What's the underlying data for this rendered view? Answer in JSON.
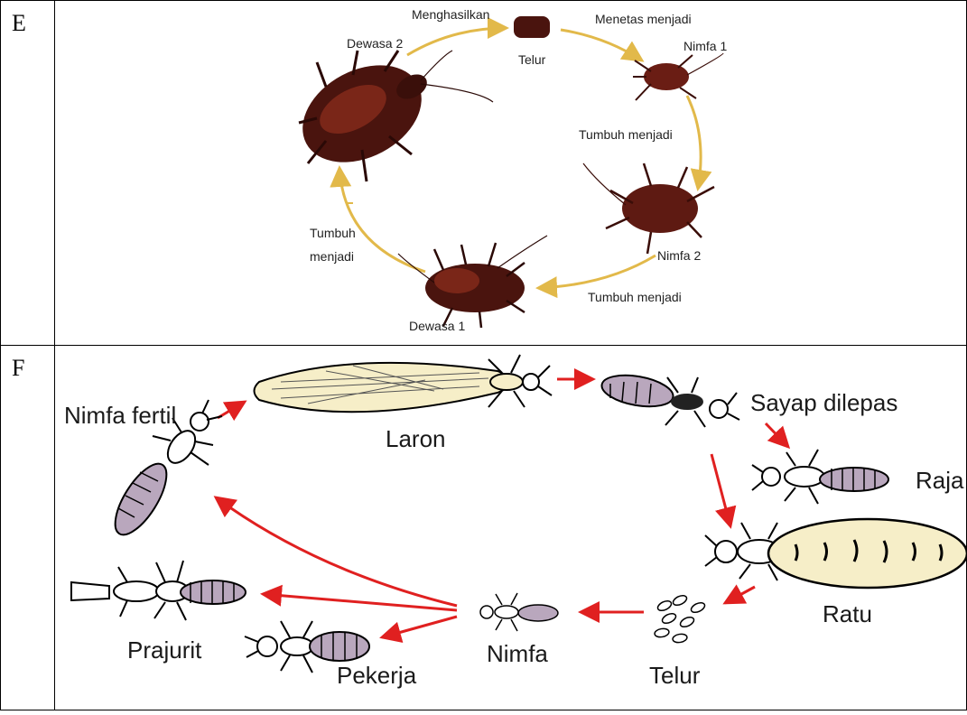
{
  "rows": [
    {
      "label": "E",
      "figure": {
        "labels": {
          "produce": "Menghasilkan",
          "egg": "Telur",
          "hatch": "Menetas menjadi",
          "nymph1": "Nimfa 1",
          "grow1": "Tumbuh menjadi",
          "nymph2": "Nimfa 2",
          "grow2": "Tumbuh menjadi",
          "adult1": "Dewasa 1",
          "grow3_line1": "Tumbuh",
          "grow3_line2": "menjadi",
          "adult2": "Dewasa 2"
        },
        "colors": {
          "arrow": "#e2b94a",
          "body": "#5a1a12",
          "body_light": "#8a2a1c"
        }
      }
    },
    {
      "label": "F",
      "figure": {
        "labels": {
          "fertile_nymph": "Nimfa fertil",
          "laron": "Laron",
          "wings_shed": "Sayap dilepas",
          "king": "Raja",
          "queen": "Ratu",
          "egg": "Telur",
          "nymph": "Nimfa",
          "soldier": "Prajurit",
          "worker": "Pekerja"
        },
        "colors": {
          "arrow": "#e02020",
          "wing": "#f6eec8",
          "body": "#b9a7bd",
          "queen_abdomen": "#f6eec8"
        }
      }
    }
  ]
}
